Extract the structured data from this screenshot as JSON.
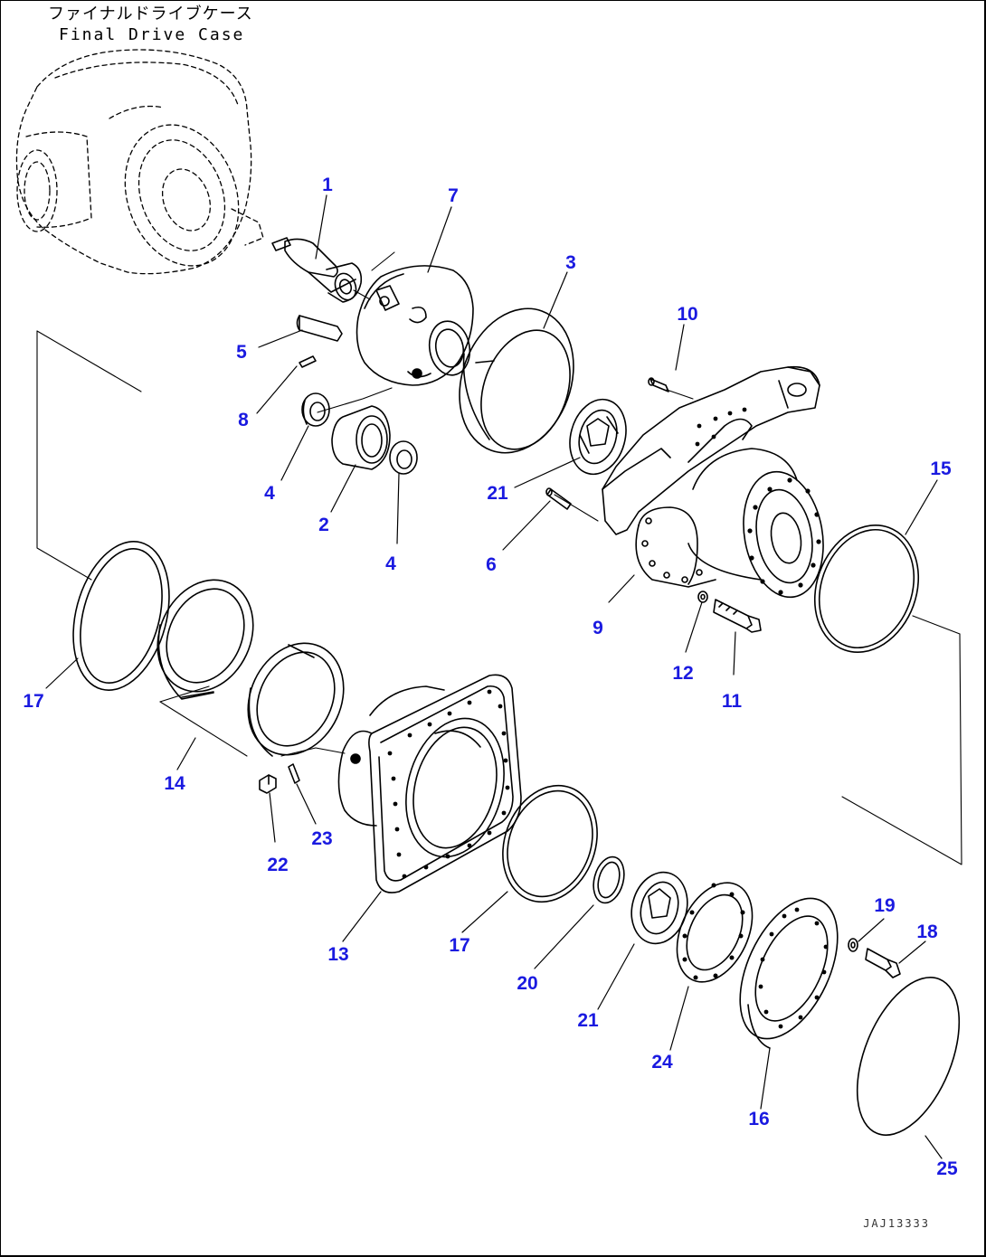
{
  "diagram": {
    "case_label_jp": "ファイナルドライブケース",
    "case_label_en": "Final Drive Case",
    "drawing_code": "JAJ13333",
    "callout_color": "#1a1ae0",
    "line_color": "#000000"
  },
  "callouts": [
    {
      "id": "c1",
      "text": "1"
    },
    {
      "id": "c7",
      "text": "7"
    },
    {
      "id": "c3",
      "text": "3"
    },
    {
      "id": "c10",
      "text": "10"
    },
    {
      "id": "c5",
      "text": "5"
    },
    {
      "id": "c8",
      "text": "8"
    },
    {
      "id": "c4a",
      "text": "4"
    },
    {
      "id": "c2",
      "text": "2"
    },
    {
      "id": "c4b",
      "text": "4"
    },
    {
      "id": "c21a",
      "text": "21"
    },
    {
      "id": "c6",
      "text": "6"
    },
    {
      "id": "c15",
      "text": "15"
    },
    {
      "id": "c9",
      "text": "9"
    },
    {
      "id": "c12",
      "text": "12"
    },
    {
      "id": "c11",
      "text": "11"
    },
    {
      "id": "c17a",
      "text": "17"
    },
    {
      "id": "c14",
      "text": "14"
    },
    {
      "id": "c22",
      "text": "22"
    },
    {
      "id": "c23",
      "text": "23"
    },
    {
      "id": "c13",
      "text": "13"
    },
    {
      "id": "c17b",
      "text": "17"
    },
    {
      "id": "c20",
      "text": "20"
    },
    {
      "id": "c21b",
      "text": "21"
    },
    {
      "id": "c24",
      "text": "24"
    },
    {
      "id": "c19",
      "text": "19"
    },
    {
      "id": "c18",
      "text": "18"
    },
    {
      "id": "c16",
      "text": "16"
    },
    {
      "id": "c25",
      "text": "25"
    }
  ]
}
